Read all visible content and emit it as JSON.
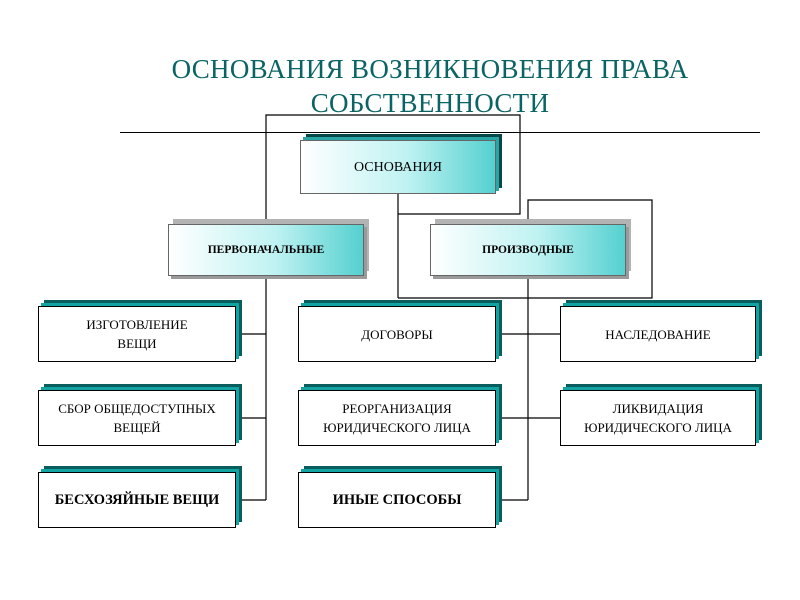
{
  "title": {
    "line1": "ОСНОВАНИЯ ВОЗНИКНОВЕНИЯ ПРАВА",
    "line2": "СОБСТВЕННОСТИ"
  },
  "root": {
    "label": "ОСНОВАНИЯ"
  },
  "primary": {
    "label": "ПЕРВОНАЧАЛЬНЫЕ",
    "items": [
      {
        "label": "ИЗГОТОВЛЕНИЕ\nВЕЩИ"
      },
      {
        "label": "СБОР ОБЩЕДОСТУПНЫХ\nВЕЩЕЙ"
      },
      {
        "label": "БЕСХОЗЯЙНЫЕ ВЕЩИ"
      }
    ]
  },
  "derivative": {
    "label": "ПРОИЗВОДНЫЕ",
    "items_middle": [
      {
        "label": "ДОГОВОРЫ"
      },
      {
        "label": "РЕОРГАНИЗАЦИЯ\nЮРИДИЧЕСКОГО ЛИЦА"
      },
      {
        "label": "ИНЫЕ СПОСОБЫ"
      }
    ],
    "items_right": [
      {
        "label": "НАСЛЕДОВАНИЕ"
      },
      {
        "label": "ЛИКВИДАЦИЯ\nЮРИДИЧЕСКОГО ЛИЦА"
      }
    ]
  }
}
